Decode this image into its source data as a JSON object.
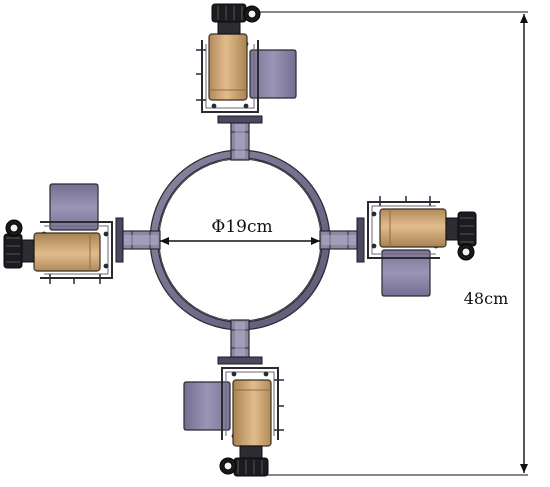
{
  "diagram": {
    "ring_label": "Φ19cm",
    "height_label": "48cm",
    "units": [
      {
        "name": "top"
      },
      {
        "name": "right"
      },
      {
        "name": "bottom"
      },
      {
        "name": "left"
      }
    ]
  },
  "colors": {
    "ring": "#6e6a88",
    "motor": "#d8b07e",
    "box": "#8c86a8",
    "frame": "#2a2a30",
    "gearbox": "#1a1a1e",
    "dimension": "#111111"
  }
}
